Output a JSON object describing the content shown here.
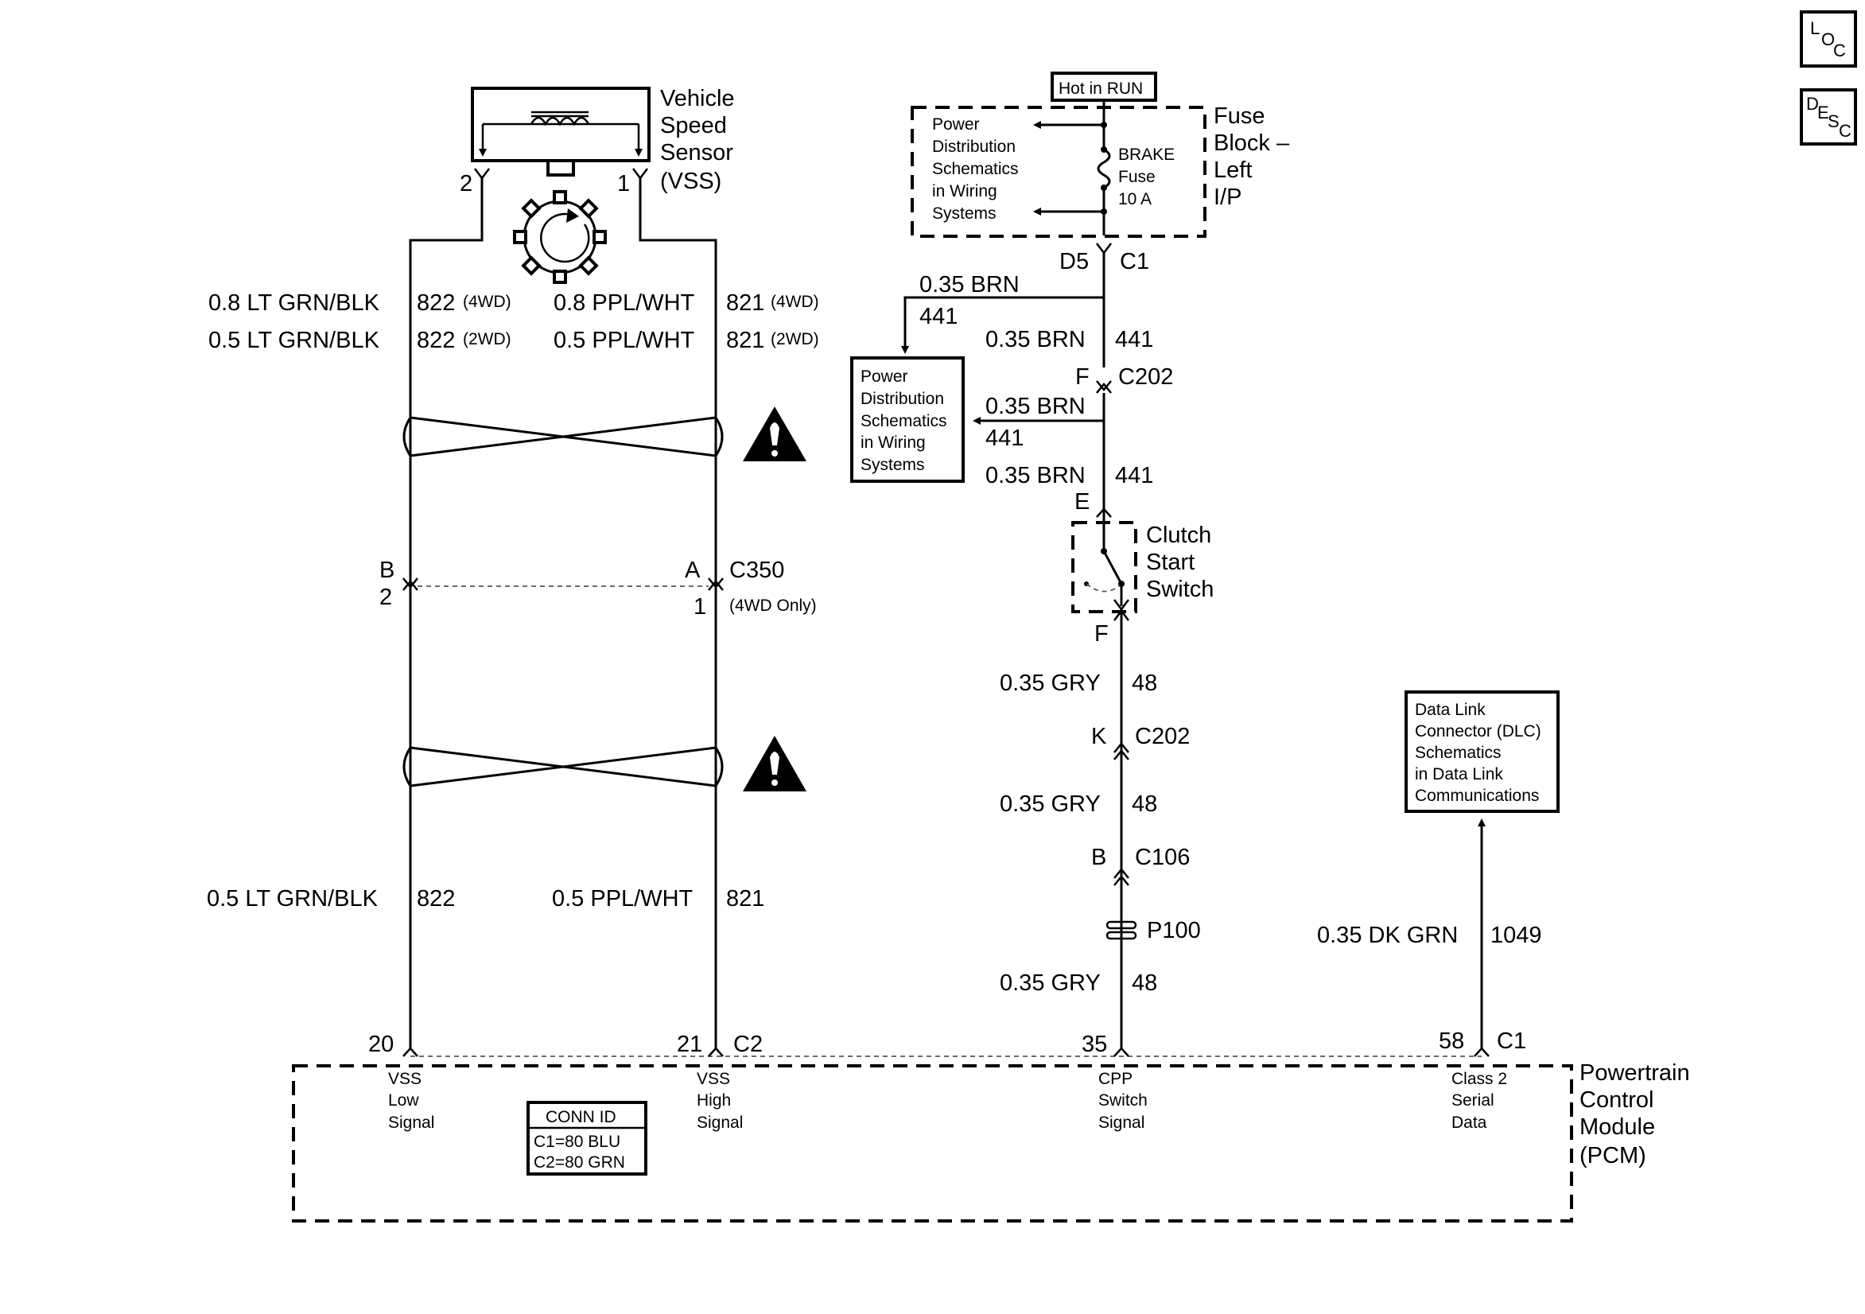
{
  "icons": {
    "loc": {
      "letters": [
        "L",
        "O",
        "C"
      ]
    },
    "desc": {
      "letters": [
        "D",
        "E",
        "S",
        "C"
      ]
    }
  },
  "vss": {
    "name_lines": [
      "Vehicle",
      "Speed",
      "Sensor",
      "(VSS)"
    ],
    "pin_left": "2",
    "pin_right": "1"
  },
  "wires_top": {
    "left_row1": {
      "color": "0.8 LT GRN/BLK",
      "circuit": "822",
      "variant": "(4WD)"
    },
    "left_row2": {
      "color": "0.5 LT GRN/BLK",
      "circuit": "822",
      "variant": "(2WD)"
    },
    "right_row1": {
      "color": "0.8 PPL/WHT",
      "circuit": "821",
      "variant": "(4WD)"
    },
    "right_row2": {
      "color": "0.5 PPL/WHT",
      "circuit": "821",
      "variant": "(2WD)"
    }
  },
  "c350": {
    "name": "C350",
    "note": "(4WD Only)",
    "left_top": "B",
    "left_bottom": "2",
    "right_top": "A",
    "right_bottom": "1"
  },
  "wires_bottom": {
    "left": {
      "color": "0.5 LT GRN/BLK",
      "circuit": "822"
    },
    "right": {
      "color": "0.5 PPL/WHT",
      "circuit": "821"
    }
  },
  "fuse_block": {
    "hot_label": "Hot in RUN",
    "name_lines": [
      "Fuse",
      "Block –",
      "Left",
      "I/P"
    ],
    "power_dist_lines": [
      "Power",
      "Distribution",
      "Schematics",
      "in Wiring",
      "Systems"
    ],
    "fuse_lines": [
      "BRAKE",
      "Fuse",
      "10 A"
    ],
    "pin": "D5",
    "connector": "C1"
  },
  "brn_circuit": {
    "branch1_color": "0.35 BRN",
    "branch1_circuit": "441",
    "main1_color": "0.35 BRN",
    "main1_circuit": "441",
    "c202_pin": "F",
    "c202_name": "C202",
    "branch2_color": "0.35 BRN",
    "branch2_circuit": "441",
    "main2_color": "0.35 BRN",
    "main2_circuit": "441",
    "switch_pin_top": "E"
  },
  "power_dist_box": {
    "lines": [
      "Power",
      "Distribution",
      "Schematics",
      "in Wiring",
      "Systems"
    ]
  },
  "clutch_switch": {
    "name_lines": [
      "Clutch",
      "Start",
      "Switch"
    ],
    "pin_bottom": "F"
  },
  "gry_circuit": {
    "seg1_color": "0.35 GRY",
    "seg1_circuit": "48",
    "c202_pin": "K",
    "c202_name": "C202",
    "seg2_color": "0.35 GRY",
    "seg2_circuit": "48",
    "c106_pin": "B",
    "c106_name": "C106",
    "splice": "P100",
    "seg3_color": "0.35 GRY",
    "seg3_circuit": "48"
  },
  "dlc": {
    "lines": [
      "Data Link",
      "Connector (DLC)",
      "Schematics",
      "in Data Link",
      "Communications"
    ],
    "wire_color": "0.35 DK GRN",
    "wire_circuit": "1049"
  },
  "pcm": {
    "name_lines": [
      "Powertrain",
      "Control",
      "Module",
      "(PCM)"
    ],
    "conn_id": {
      "title": "CONN ID",
      "c1": "C1=80 BLU",
      "c2": "C2=80 GRN"
    },
    "pins": [
      {
        "num": "20",
        "lines": [
          "VSS",
          "Low",
          "Signal"
        ]
      },
      {
        "num": "21",
        "lines": [
          "VSS",
          "High",
          "Signal"
        ]
      },
      {
        "num": "35",
        "lines": [
          "CPP",
          "Switch",
          "Signal"
        ]
      },
      {
        "num": "58",
        "lines": [
          "Class 2",
          "Serial",
          "Data"
        ]
      }
    ],
    "c2_label": "C2",
    "c1_label": "C1"
  }
}
